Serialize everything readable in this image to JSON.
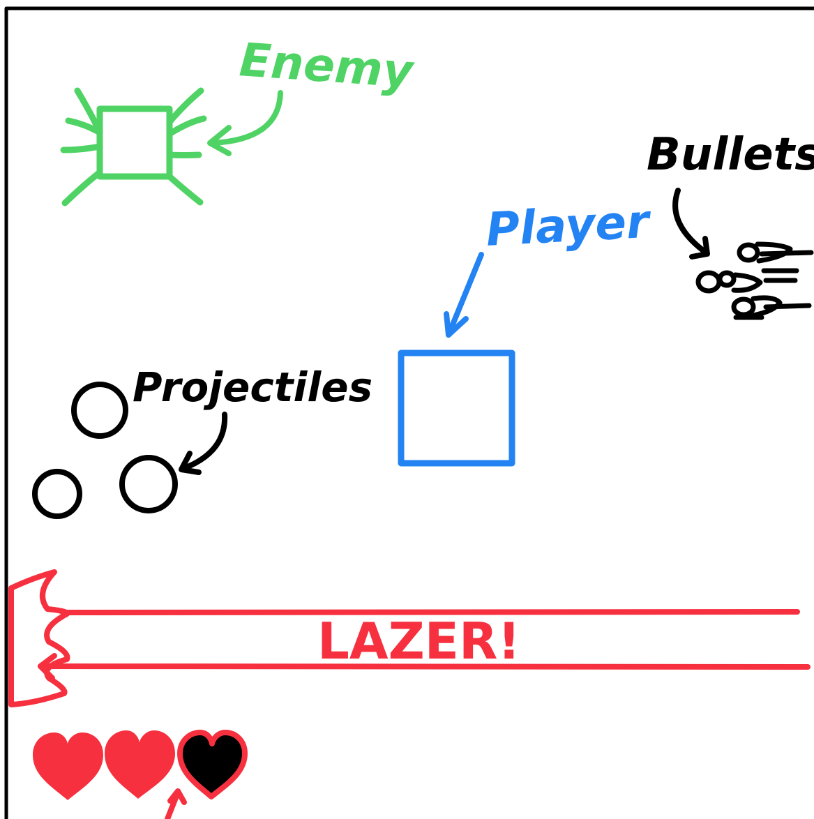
{
  "labels": {
    "enemy": "Enemy",
    "bullets": "Bullets",
    "player": "Player",
    "projectiles": "Projectiles",
    "lazer": "LAZER!"
  },
  "hearts": [
    {
      "state": "full"
    },
    {
      "state": "full"
    },
    {
      "state": "empty"
    }
  ],
  "colors": {
    "enemy": "#4fd364",
    "player": "#2383f3",
    "ink": "#000000",
    "lazer": "#f6303e",
    "heart": "#f6303e",
    "background": "#ffffff"
  },
  "icons": {
    "enemy": "enemy-square-with-legs-icon",
    "player": "player-square-icon",
    "bullets": "bullet-icon",
    "projectiles": "circle-projectile-icon",
    "lazer_emitter": "lazer-emitter-icon",
    "heart": "heart-icon"
  }
}
